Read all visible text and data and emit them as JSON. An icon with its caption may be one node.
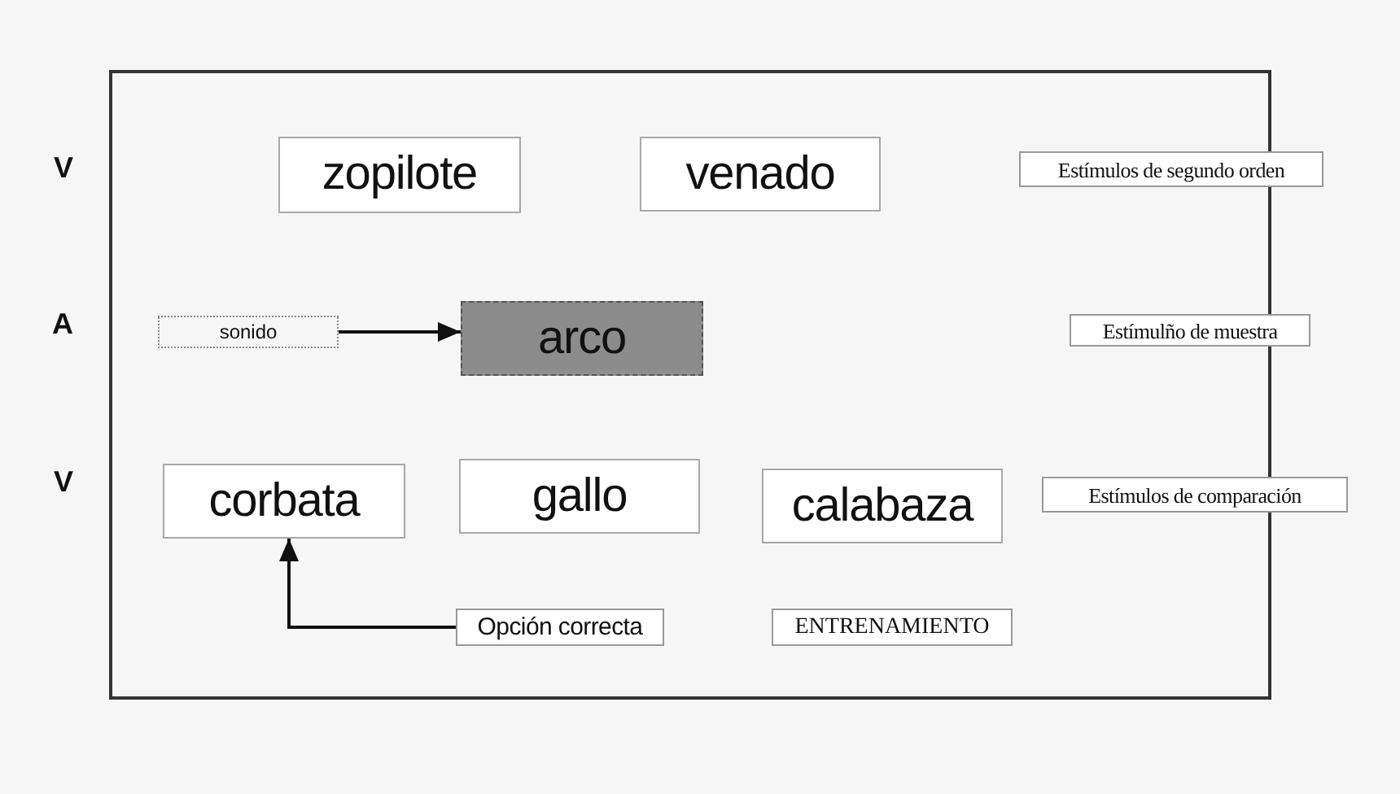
{
  "diagram": {
    "nodes": [
      {
        "text": [],
        "shape": "box"
      },
      {
        "text": [
          "zopilote"
        ],
        "in": 0
      },
      {
        "text": [
          "venado"
        ],
        "in": 0
      },
      {
        "text": [
          "Estímulos de segundo orden"
        ]
      },
      {
        "text": [
          "sonido"
        ],
        "in": 0
      },
      {
        "text": [
          "arco"
        ],
        "in": 0
      },
      {
        "text": [
          "Estímulño de muestra"
        ]
      },
      {
        "text": [
          "corbata"
        ],
        "in": 0
      },
      {
        "text": [
          "gallo"
        ],
        "in": 0
      },
      {
        "text": [
          "calabaza"
        ],
        "in": 0
      },
      {
        "text": [
          "Estímulos de comparación"
        ]
      },
      {
        "text": [
          "Opción correcta"
        ],
        "in": 0
      },
      {
        "text": [
          "ENTRENAMIENTO"
        ],
        "in": 0
      }
    ],
    "edges": [
      {
        "from": 4,
        "to": 5,
        "arrow": "to"
      },
      {
        "from": 11,
        "to": 7,
        "arrow": "to"
      }
    ],
    "labels": [
      "V",
      "A",
      "V"
    ]
  }
}
